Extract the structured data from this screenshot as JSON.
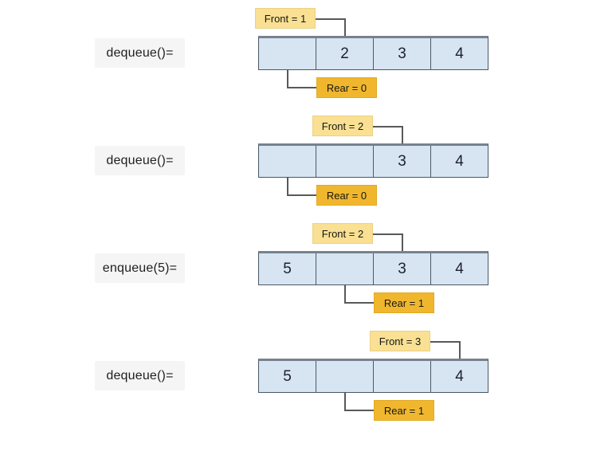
{
  "diagram": {
    "title": "circular-queue-operations",
    "colors": {
      "background": "#FFFFFF",
      "cell_fill": "#D7E4F2",
      "cell_border": "#4B5866",
      "array_top_border": "#76828E",
      "front_label_fill": "#F9E092",
      "front_label_border": "#EDD084",
      "rear_label_fill": "#F0B72E",
      "rear_label_border": "#E2A922",
      "connector": "#595959",
      "operation_bg": "#F5F5F5"
    },
    "rows": [
      {
        "operation": "dequeue()=",
        "cells": [
          "",
          "2",
          "3",
          "4"
        ],
        "front": {
          "label": "Front = 1",
          "index": 1
        },
        "rear": {
          "label": "Rear = 0",
          "index": 0
        }
      },
      {
        "operation": "dequeue()=",
        "cells": [
          "",
          "",
          "3",
          "4"
        ],
        "front": {
          "label": "Front = 2",
          "index": 2
        },
        "rear": {
          "label": "Rear = 0",
          "index": 0
        }
      },
      {
        "operation": "enqueue(5)=",
        "cells": [
          "5",
          "",
          "3",
          "4"
        ],
        "front": {
          "label": "Front = 2",
          "index": 2
        },
        "rear": {
          "label": "Rear = 1",
          "index": 1
        }
      },
      {
        "operation": "dequeue()=",
        "cells": [
          "5",
          "",
          "",
          "4"
        ],
        "front": {
          "label": "Front = 3",
          "index": 3
        },
        "rear": {
          "label": "Rear = 1",
          "index": 1
        }
      }
    ]
  }
}
